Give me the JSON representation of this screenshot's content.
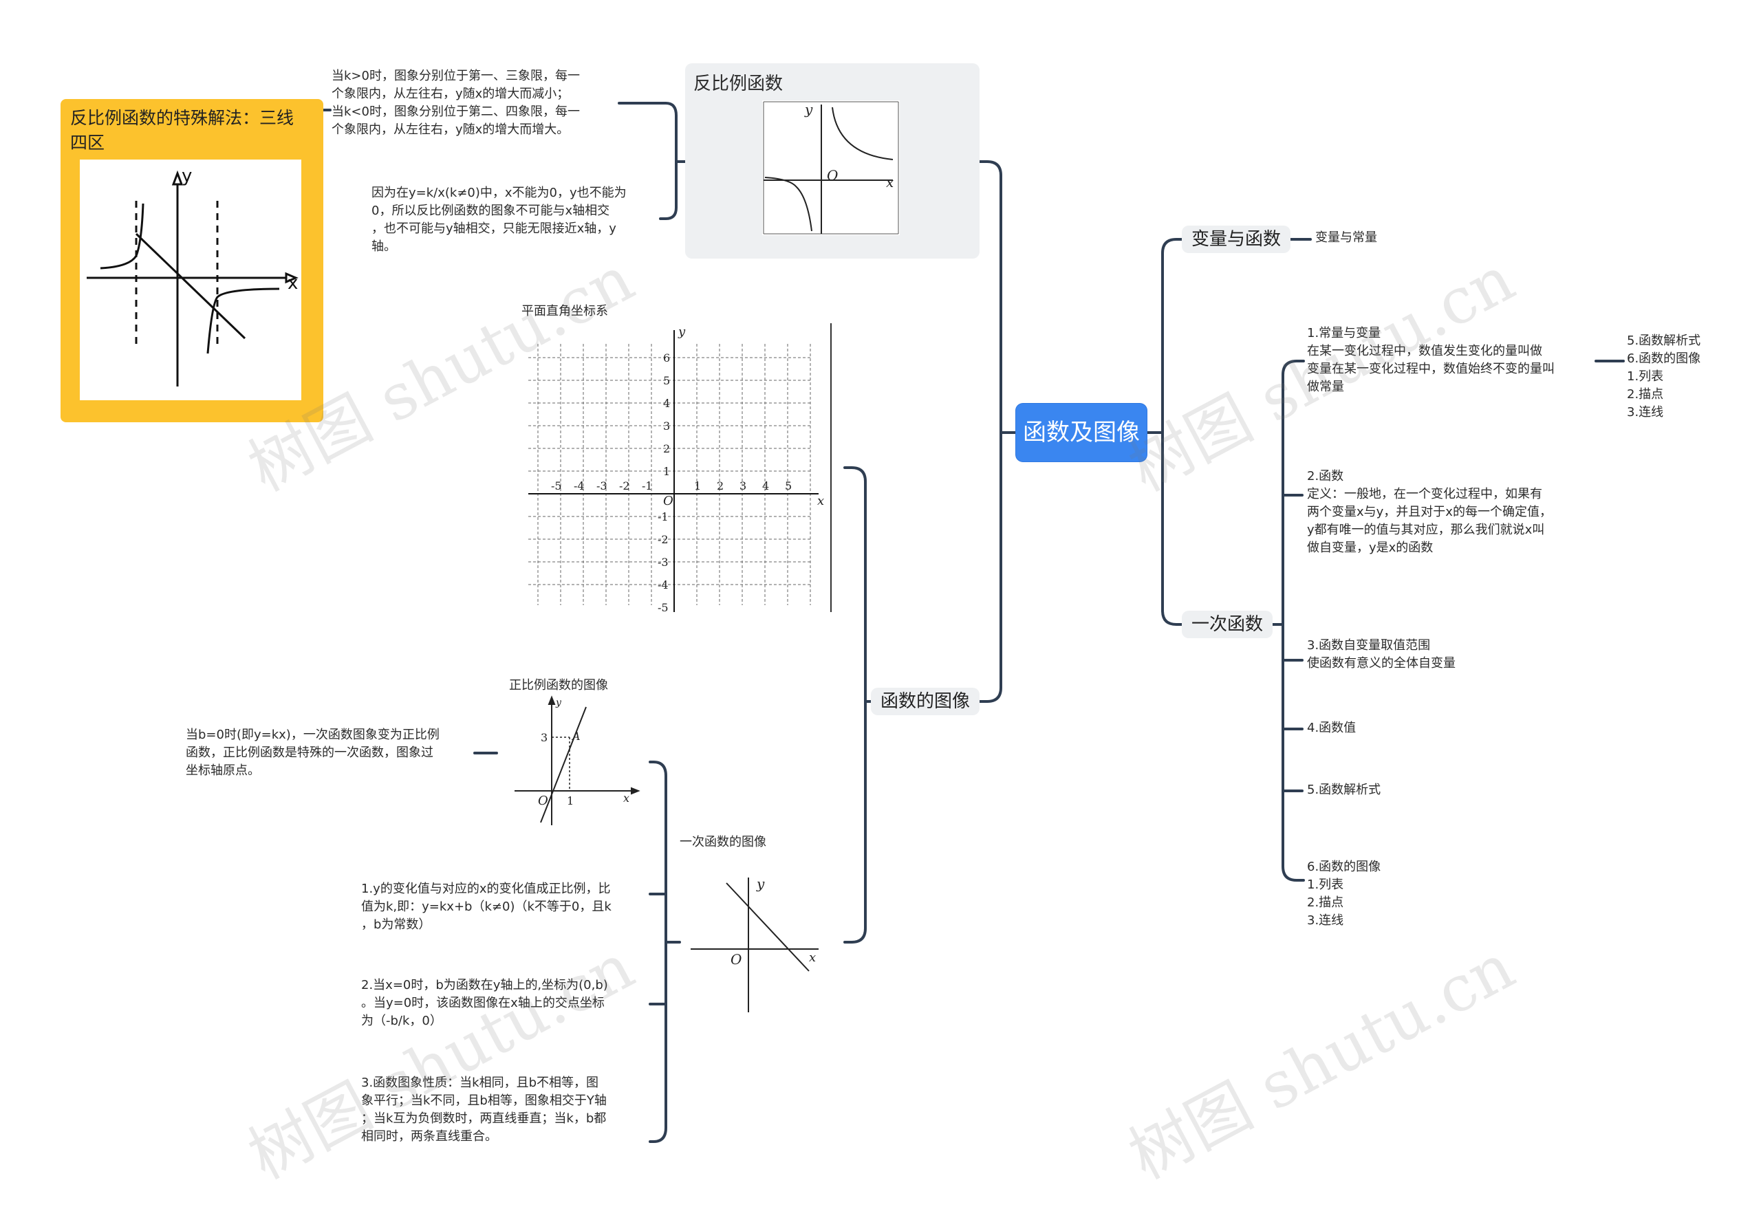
{
  "colors": {
    "root_bg": "#3a86f0",
    "root_text": "#ffffff",
    "connector": "#2f3e52",
    "node_gray_bg": "#eef0f2",
    "yellow_card_bg": "#fcc22d"
  },
  "root": {
    "label": "函数及图像"
  },
  "right": {
    "branch1": {
      "label": "变量与函数",
      "child": "变量与常量"
    },
    "branch2": {
      "label": "一次函数",
      "item1": {
        "text": "1.常量与变量\n    在某一变化过程中，数值发生变化的量叫做\n变量在某一变化过程中，数值始终不变的量叫\n做常量",
        "side": "5.函数解析式\n6.函数的图像\n  1.列表\n  2.描点\n  3.连线"
      },
      "item2": "2.函数\n  定义：一般地，在一个变化过程中，如果有\n两个变量x与y，并且对于x的每一个确定值，\ny都有唯一的值与其对应，那么我们就说x叫\n做自变量，y是x的函数",
      "item3": "3.函数自变量取值范围\n  使函数有意义的全体自变量",
      "item4": "4.函数值",
      "item5": "5.函数解析式",
      "item6": "6.函数的图像\n  1.列表\n  2.描点\n  3.连线"
    }
  },
  "left": {
    "inverse": {
      "title": "反比例函数",
      "note1": "当k>0时，图象分别位于第一、三象限，每一\n个象限内，从左往右，y随x的增大而减小；\n当k<0时，图象分别位于第二、四象限，每一\n个象限内，从左往右，y随x的增大而增大。",
      "note2": "因为在y=k/x(k≠0)中，x不能为0，y也不能为\n0，所以反比例函数的图象不可能与x轴相交\n，也不可能与y轴相交，只能无限接近x轴，y\n轴。",
      "special_title": "反比例函数的特殊解法：三线\n四区"
    },
    "graphs": {
      "label": "函数的图像",
      "coord_title": "平面直角坐标系",
      "linear_title": "一次函数的图像",
      "prop_title": "正比例函数的图像",
      "prop_note": "当b=0时(即y=kx)，一次函数图象变为正比例\n函数，正比例函数是特殊的一次函数，图象过\n坐标轴原点。",
      "linear_notes": [
        "1.y的变化值与对应的x的变化值成正比例，比\n值为k,即：y=kx+b（k≠0)（k不等于0，且k\n，b为常数）",
        "2.当x=0时，b为函数在y轴上的,坐标为(0,b)\n。当y=0时，该函数图像在x轴上的交点坐标\n为（-b/k，0）",
        "3.函数图象性质：当k相同，且b不相等，图\n象平行；当k不同，且b相等，图象相交于Y轴\n；当k互为负倒数时，两直线垂直；当k，b都\n相同时，两条直线重合。"
      ]
    }
  },
  "figures": {
    "axis_x": "x",
    "axis_y": "y",
    "origin": "O",
    "coord_ticks": [
      "-5",
      "-4",
      "-3",
      "-2",
      "-1",
      "1",
      "2",
      "3",
      "4",
      "5"
    ],
    "coord_yticks": [
      "6",
      "5",
      "4",
      "3",
      "2",
      "1",
      "-1",
      "-2",
      "-3",
      "-4",
      "-5"
    ],
    "prop_point": "A",
    "prop_y_tick": "3",
    "prop_x_tick": "1"
  },
  "watermark": "树图 shutu.cn"
}
